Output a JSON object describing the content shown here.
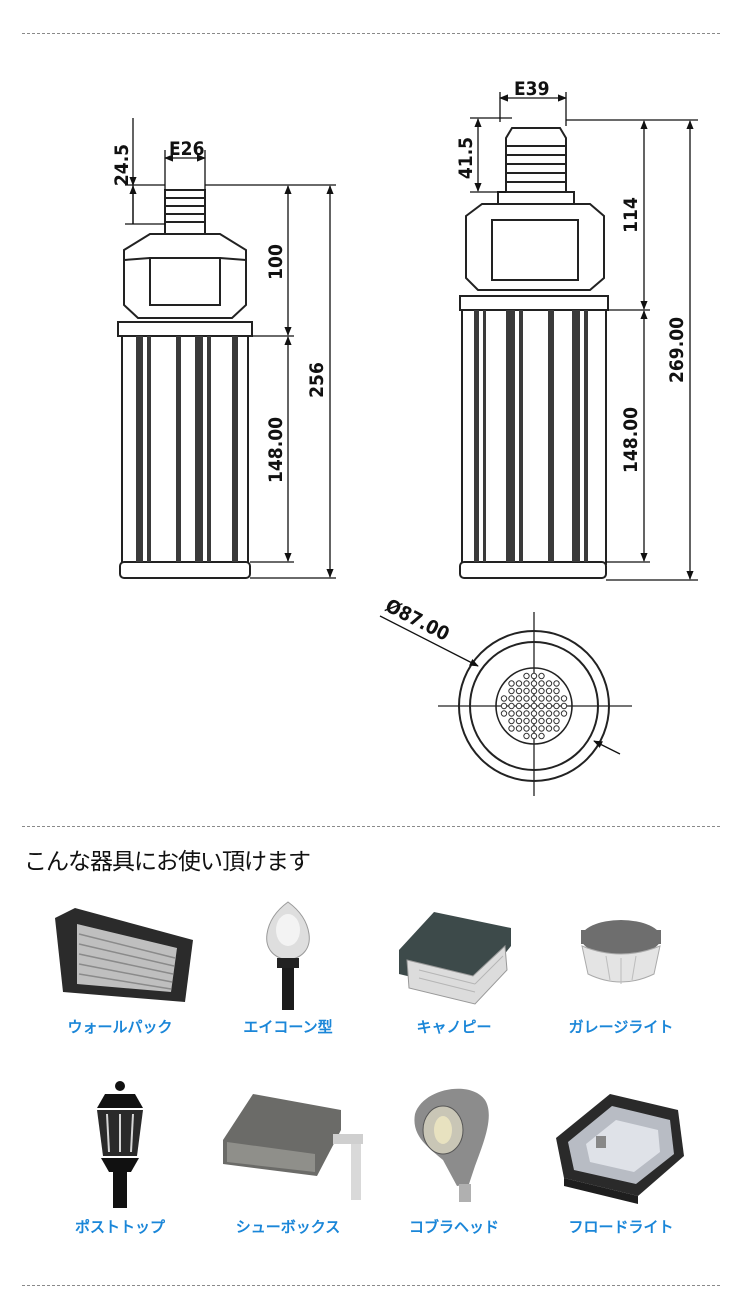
{
  "spec_drawing": {
    "e26_model": {
      "base_label": "E26",
      "base_height": "24.5",
      "upper_height": "100",
      "body_height": "148.00",
      "total_height": "256"
    },
    "e39_model": {
      "base_label": "E39",
      "base_height": "41.5",
      "upper_height": "114",
      "body_height": "148.00",
      "total_height": "269.00"
    },
    "top_view": {
      "diameter": "Ø87.00"
    }
  },
  "fixtures_section": {
    "title": "こんな器具にお使い頂けます",
    "items": [
      {
        "label": "ウォールパック",
        "icon": "wall-pack-icon"
      },
      {
        "label": "エイコーン型",
        "icon": "acorn-lamp-icon"
      },
      {
        "label": "キャノピー",
        "icon": "canopy-light-icon"
      },
      {
        "label": "ガレージライト",
        "icon": "garage-light-icon"
      },
      {
        "label": "ポストトップ",
        "icon": "post-top-icon"
      },
      {
        "label": "シューボックス",
        "icon": "shoebox-light-icon"
      },
      {
        "label": "コブラヘッド",
        "icon": "cobra-head-icon"
      },
      {
        "label": "フロードライト",
        "icon": "flood-light-icon"
      }
    ]
  },
  "colors": {
    "label_blue": "#1a86d8",
    "divider": "#8a8a8a"
  }
}
